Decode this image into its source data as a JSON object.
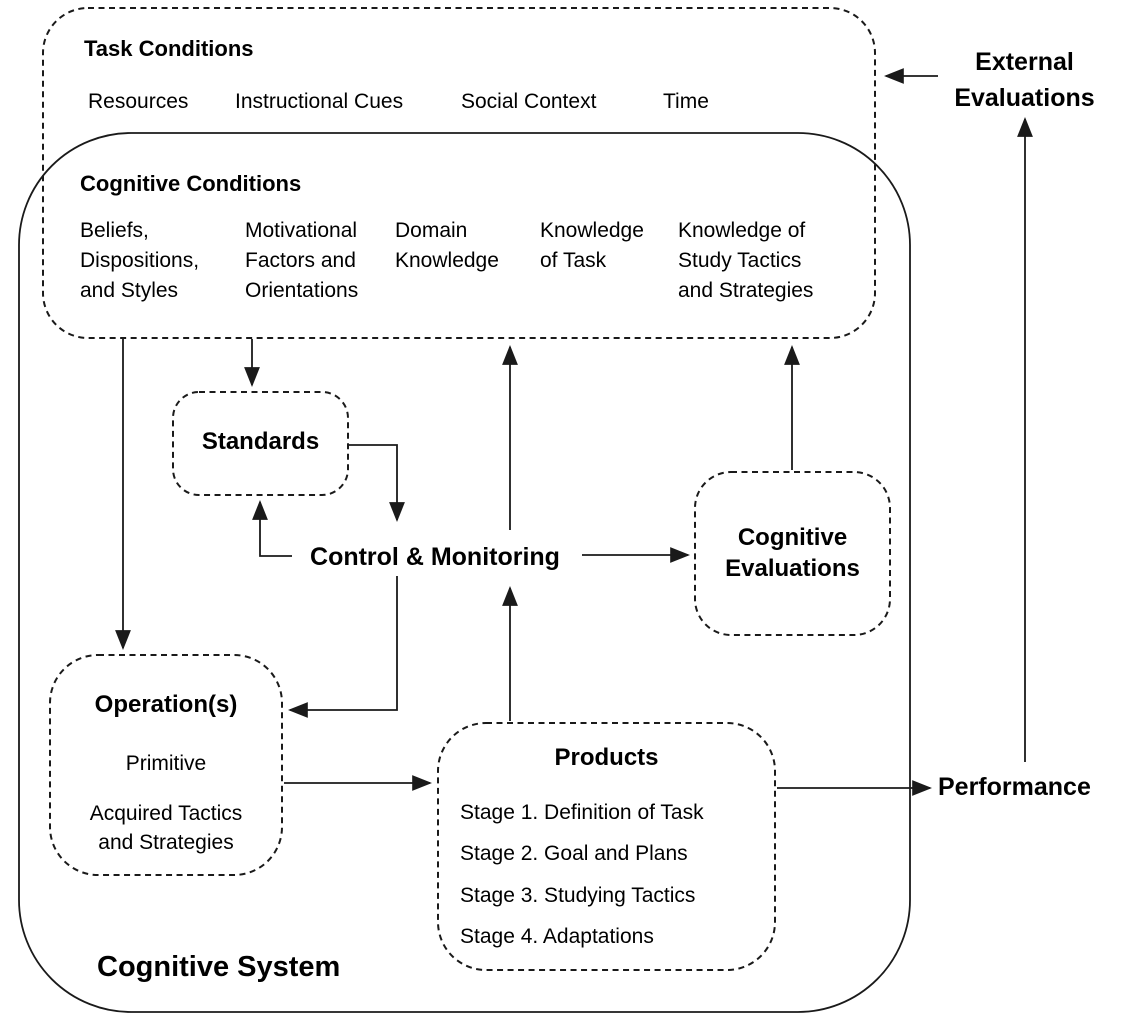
{
  "task_conditions": {
    "title": "Task Conditions",
    "items": [
      "Resources",
      "Instructional Cues",
      "Social Context",
      "Time"
    ]
  },
  "cognitive_conditions": {
    "title": "Cognitive Conditions",
    "columns": [
      {
        "lines": [
          "Beliefs,",
          "Dispositions,",
          "and Styles"
        ]
      },
      {
        "lines": [
          "Motivational",
          "Factors and",
          "Orientations"
        ]
      },
      {
        "lines": [
          "Domain",
          "Knowledge"
        ]
      },
      {
        "lines": [
          "Knowledge",
          "of Task"
        ]
      },
      {
        "lines": [
          "Knowledge of",
          "Study Tactics",
          "and Strategies"
        ]
      }
    ]
  },
  "standards": {
    "title": "Standards"
  },
  "control_monitoring": {
    "label": "Control & Monitoring"
  },
  "cognitive_evaluations": {
    "title": "Cognitive Evaluations"
  },
  "operations": {
    "title": "Operation(s)",
    "items": [
      "Primitive",
      "Acquired Tactics and Strategies"
    ]
  },
  "products": {
    "title": "Products",
    "stages": [
      "Stage 1. Definition of Task",
      "Stage 2. Goal and Plans",
      "Stage 3. Studying Tactics",
      "Stage 4. Adaptations"
    ]
  },
  "cognitive_system": {
    "title": "Cognitive System"
  },
  "external": {
    "evaluations_label": "External Evaluations",
    "performance_label": "Performance"
  },
  "colors": {
    "line": "#1a1a1a",
    "text": "#000000",
    "background": "#ffffff"
  }
}
